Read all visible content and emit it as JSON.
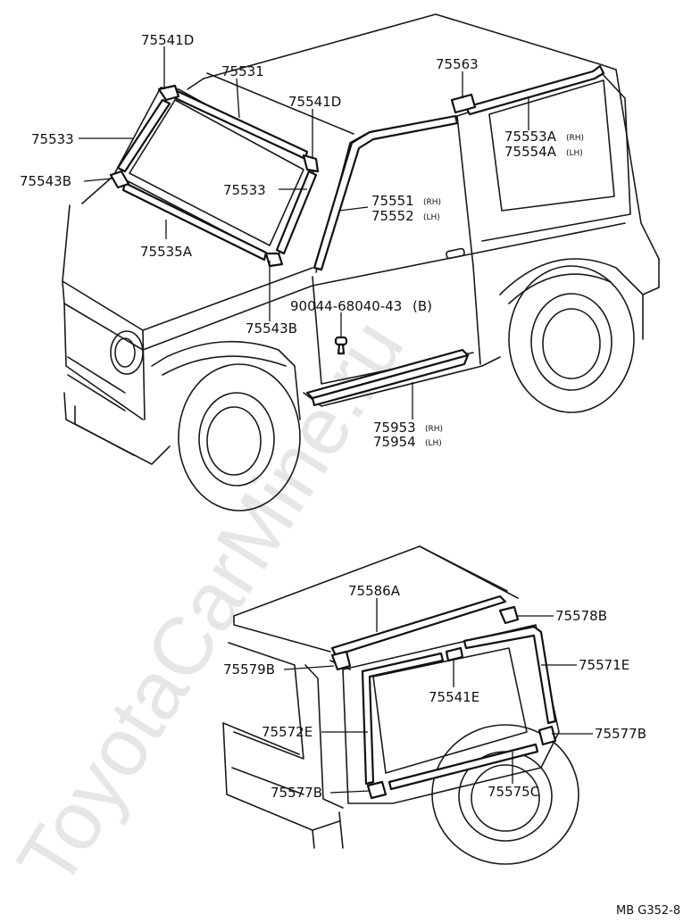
{
  "watermark": "ToyotaCarMine.ru",
  "reference": "MB G352-8",
  "top_labels": {
    "p75541D_a": "75541D",
    "p75531": "75531",
    "p75541D_b": "75541D",
    "p75533_a": "75533",
    "p75543B_a": "75543B",
    "p75533_b": "75533",
    "p75535A": "75535A",
    "p75543B_b": "75543B",
    "p75563": "75563",
    "p75553A": "75553A",
    "p75553A_side": "(RH)",
    "p75554A": "75554A",
    "p75554A_side": "(LH)",
    "p75551": "75551",
    "p75551_side": "(RH)",
    "p75552": "75552",
    "p75552_side": "(LH)",
    "p90044": "90044-68040-43",
    "p90044_note": "(B)",
    "p75953": "75953",
    "p75953_side": "(RH)",
    "p75954": "75954",
    "p75954_side": "(LH)"
  },
  "bottom_labels": {
    "p75586A": "75586A",
    "p75578B": "75578B",
    "p75579B": "75579B",
    "p75571E": "75571E",
    "p75541E": "75541E",
    "p75572E": "75572E",
    "p75577B_a": "75577B",
    "p75577B_b": "75577B",
    "p75575C": "75575C"
  }
}
